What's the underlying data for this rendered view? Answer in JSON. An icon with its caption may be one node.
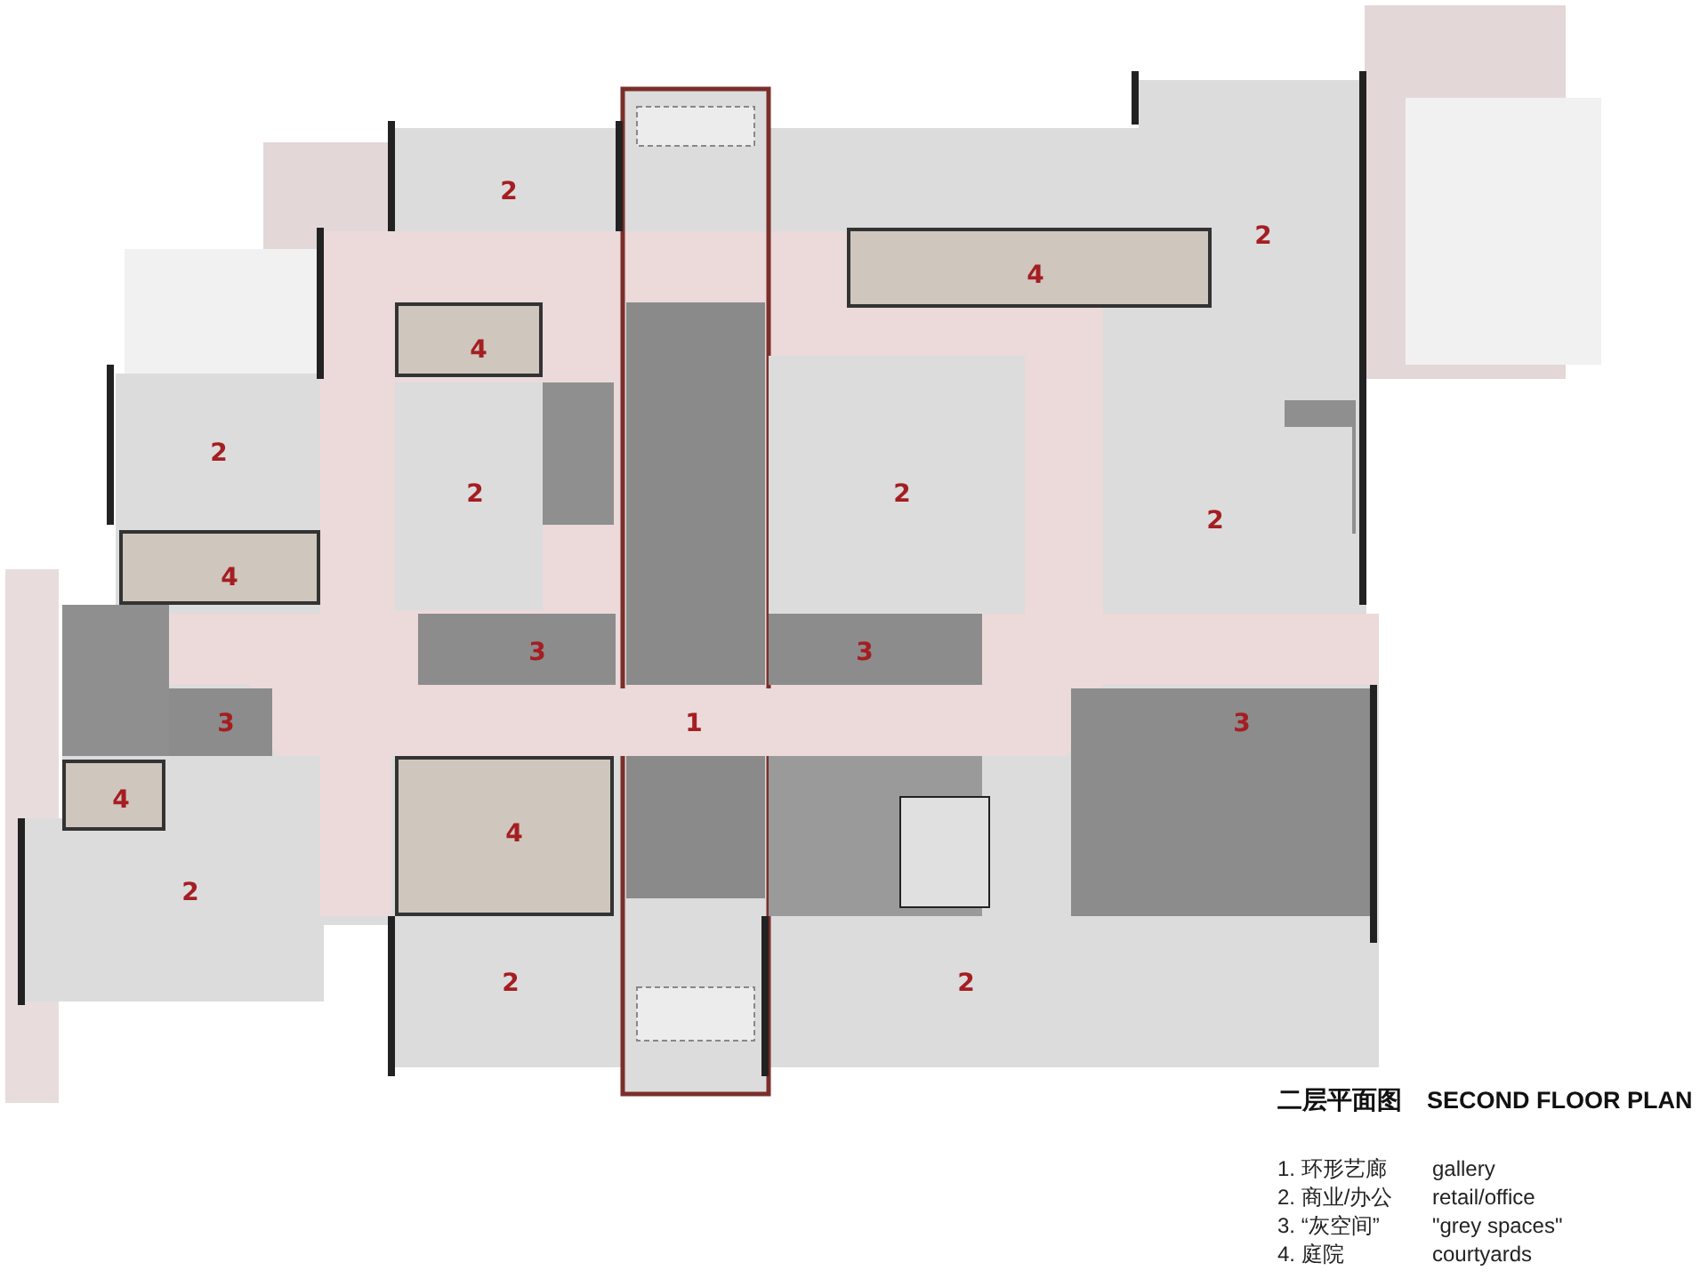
{
  "diagram": {
    "title": "二层平面图",
    "nodes": [
      {
        "text": [
          "2"
        ]
      },
      {
        "text": [
          "2"
        ]
      },
      {
        "text": [
          "4"
        ]
      },
      {
        "text": [
          "4"
        ]
      },
      {
        "text": [
          "2"
        ]
      },
      {
        "text": [
          "2"
        ]
      },
      {
        "text": [
          "2"
        ]
      },
      {
        "text": [
          "2"
        ]
      },
      {
        "text": [
          "4"
        ]
      },
      {
        "text": [
          "3"
        ]
      },
      {
        "text": [
          "3"
        ]
      },
      {
        "text": [
          "3"
        ]
      },
      {
        "text": [
          "1"
        ]
      },
      {
        "text": [
          "3"
        ]
      },
      {
        "text": [
          "4"
        ]
      },
      {
        "text": [
          "4"
        ]
      },
      {
        "text": [
          "2"
        ]
      },
      {
        "text": [
          "2"
        ]
      },
      {
        "text": [
          "2"
        ]
      }
    ],
    "labels": [
      "SECOND FLOOR PLAN",
      "1. 环形艺廊",
      "gallery",
      "2. 商业/办公",
      "retail/office",
      "3. “灰空间”",
      "\"grey spaces\"",
      "4. 庭院",
      "courtyards"
    ]
  }
}
